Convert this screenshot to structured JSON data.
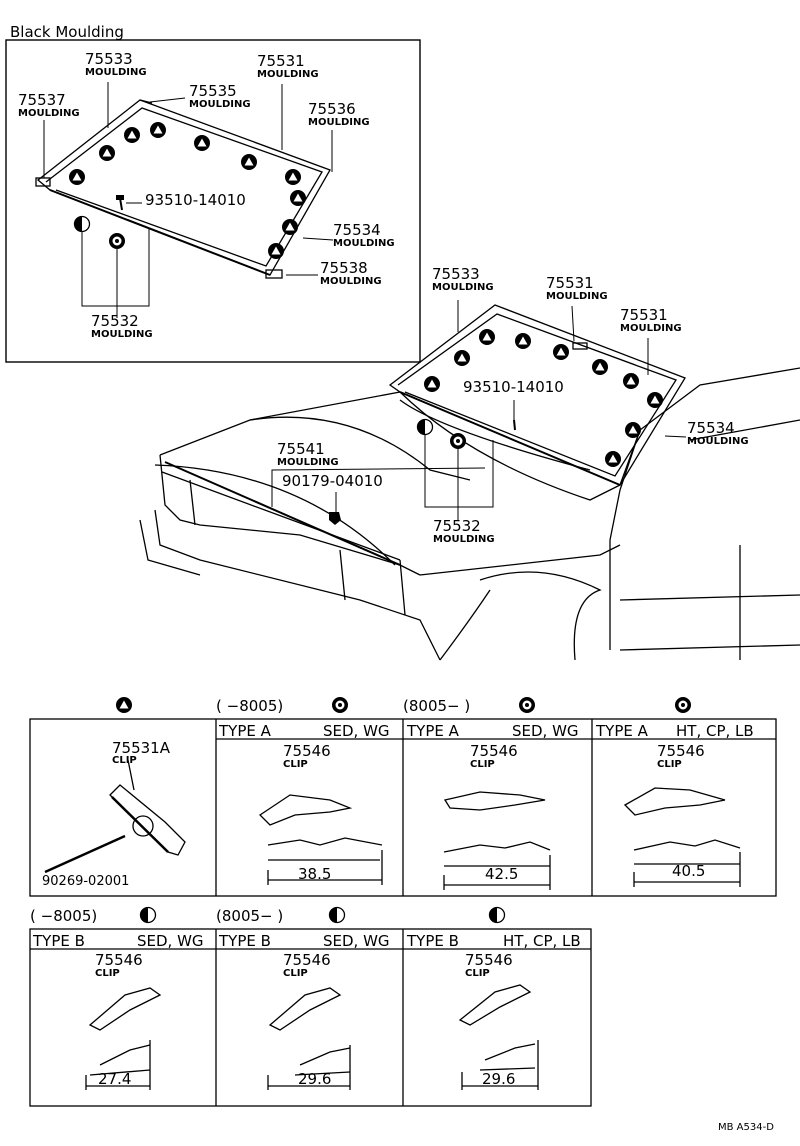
{
  "title": "Black Moulding",
  "inset_callouts": [
    {
      "id": "i75533",
      "part": "75533",
      "name": "MOULDING"
    },
    {
      "id": "i75531",
      "part": "75531",
      "name": "MOULDING"
    },
    {
      "id": "i75537",
      "part": "75537",
      "name": "MOULDING"
    },
    {
      "id": "i75535",
      "part": "75535",
      "name": "MOULDING"
    },
    {
      "id": "i75536",
      "part": "75536",
      "name": "MOULDING"
    },
    {
      "id": "i93510",
      "part": "93510-14010",
      "name": ""
    },
    {
      "id": "i75534",
      "part": "75534",
      "name": "MOULDING"
    },
    {
      "id": "i75538",
      "part": "75538",
      "name": "MOULDING"
    },
    {
      "id": "i75532",
      "part": "75532",
      "name": "MOULDING"
    }
  ],
  "main_callouts": [
    {
      "id": "m75533",
      "part": "75533",
      "name": "MOULDING"
    },
    {
      "id": "m75531a",
      "part": "75531",
      "name": "MOULDING"
    },
    {
      "id": "m75531b",
      "part": "75531",
      "name": "MOULDING"
    },
    {
      "id": "m93510",
      "part": "93510-14010",
      "name": ""
    },
    {
      "id": "m75534",
      "part": "75534",
      "name": "MOULDING"
    },
    {
      "id": "m75541",
      "part": "75541",
      "name": "MOULDING"
    },
    {
      "id": "m90179",
      "part": "90179-04010",
      "name": ""
    },
    {
      "id": "m75532",
      "part": "75532",
      "name": "MOULDING"
    }
  ],
  "row1": {
    "headers": [
      "(      −8005)",
      "(8005−          )",
      "",
      ""
    ],
    "clip_panel": {
      "part": "75531A",
      "name": "CLIP",
      "screw": "90269-02001"
    },
    "cells": [
      {
        "type": "TYPE A",
        "models": "SED, WG",
        "part": "75546",
        "name": "CLIP",
        "dim": "38.5"
      },
      {
        "type": "TYPE A",
        "models": "SED, WG",
        "part": "75546",
        "name": "CLIP",
        "dim": "42.5"
      },
      {
        "type": "TYPE A",
        "models": "HT, CP, LB",
        "part": "75546",
        "name": "CLIP",
        "dim": "40.5"
      }
    ]
  },
  "row2": {
    "headers": [
      "(      −8005)",
      "(8005−          )",
      ""
    ],
    "cells": [
      {
        "type": "TYPE B",
        "models": "SED, WG",
        "part": "75546",
        "name": "CLIP",
        "dim": "27.4"
      },
      {
        "type": "TYPE B",
        "models": "SED, WG",
        "part": "75546",
        "name": "CLIP",
        "dim": "29.6"
      },
      {
        "type": "TYPE B",
        "models": "HT, CP, LB",
        "part": "75546",
        "name": "CLIP",
        "dim": "29.6"
      }
    ]
  },
  "footer_code": "MB  A534-D"
}
